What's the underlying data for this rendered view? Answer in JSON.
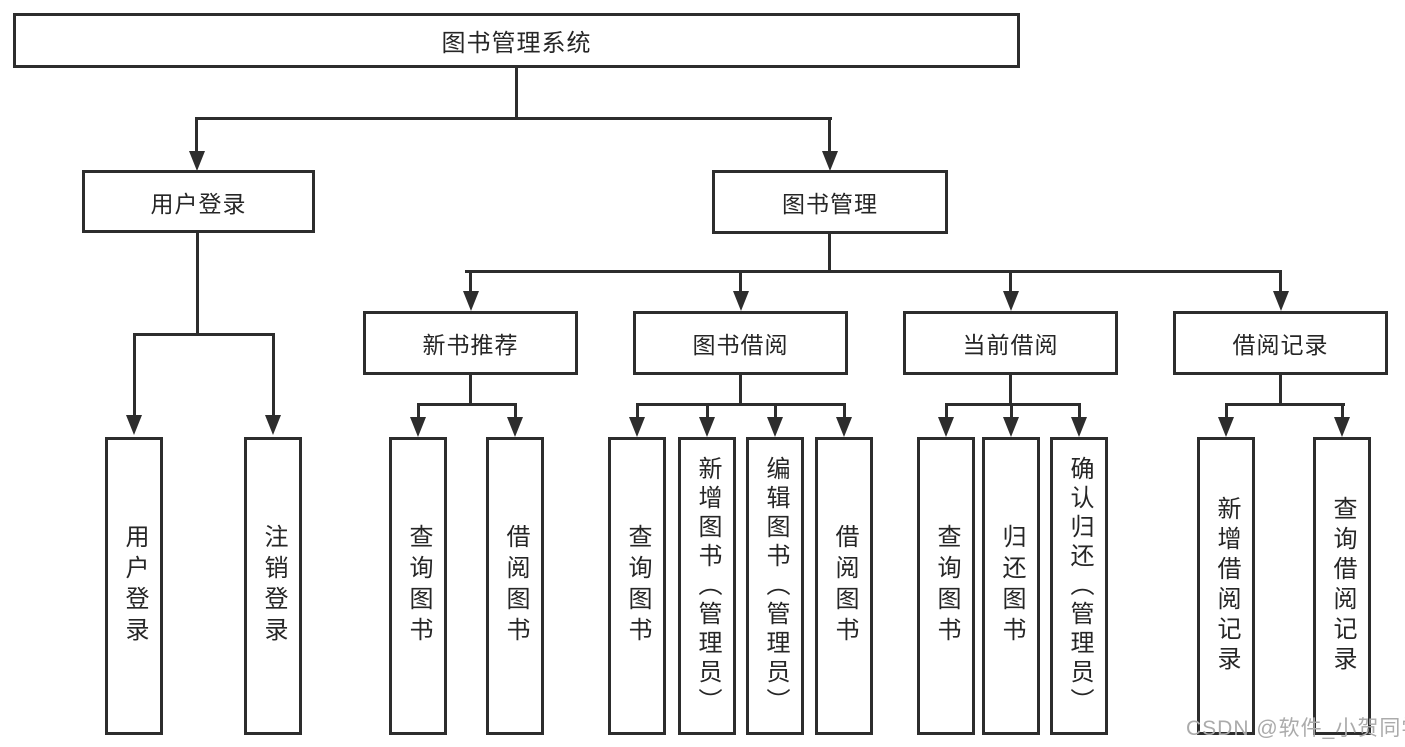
{
  "diagram": {
    "root": {
      "label": "图书管理系统"
    },
    "level2": [
      {
        "label": "用户登录"
      },
      {
        "label": "图书管理"
      }
    ],
    "level3": [
      {
        "label": "新书推荐"
      },
      {
        "label": "图书借阅"
      },
      {
        "label": "当前借阅"
      },
      {
        "label": "借阅记录"
      }
    ],
    "leaves": {
      "user_login": [
        "用户登录",
        "注销登录"
      ],
      "new_book_recommend": [
        "查询图书",
        "借阅图书"
      ],
      "book_borrow": [
        "查询图书",
        "新增图书（管理员）",
        "编辑图书（管理员）",
        "借阅图书"
      ],
      "current_borrow": [
        "查询图书",
        "归还图书",
        "确认归还（管理员）"
      ],
      "borrow_records": [
        "新增借阅记录",
        "查询借阅记录"
      ]
    }
  },
  "watermark": {
    "text": "CSDN @软件_小贺同学"
  },
  "colors": {
    "line": "#2d2d2d",
    "text": "#262626",
    "background": "#ffffff",
    "watermark": "#ababab"
  }
}
